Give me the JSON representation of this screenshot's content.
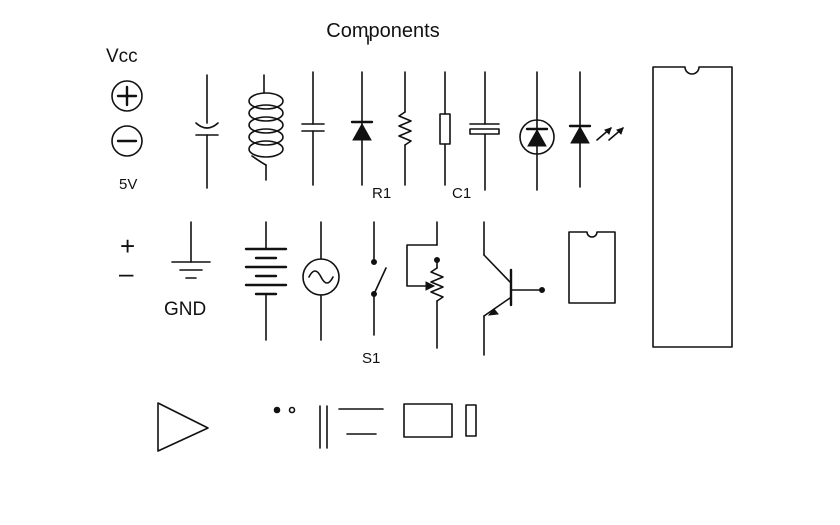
{
  "title": "Components",
  "labels": {
    "vcc": "Vcc",
    "five_v": "5V",
    "gnd": "GND",
    "r1": "R1",
    "c1": "C1",
    "s1": "S1",
    "plus": "+",
    "minus": "–"
  },
  "components": [
    {
      "name": "vcc-plus",
      "kind": "power-plus"
    },
    {
      "name": "vcc-minus",
      "kind": "power-minus"
    },
    {
      "name": "variable-capacitor",
      "kind": "capacitor-variable"
    },
    {
      "name": "inductor",
      "kind": "coil"
    },
    {
      "name": "capacitor",
      "kind": "capacitor"
    },
    {
      "name": "diode",
      "kind": "diode"
    },
    {
      "name": "resistor-r1",
      "kind": "resistor-zigzag"
    },
    {
      "name": "resistor-box",
      "kind": "resistor-box"
    },
    {
      "name": "capacitor-c1",
      "kind": "capacitor-polarized"
    },
    {
      "name": "led-circle",
      "kind": "diode-circled"
    },
    {
      "name": "led",
      "kind": "led"
    },
    {
      "name": "ic-dip-large",
      "kind": "ic"
    },
    {
      "name": "ground",
      "kind": "ground"
    },
    {
      "name": "battery",
      "kind": "battery"
    },
    {
      "name": "ac-source",
      "kind": "ac"
    },
    {
      "name": "switch-s1",
      "kind": "switch"
    },
    {
      "name": "potentiometer",
      "kind": "potentiometer"
    },
    {
      "name": "transistor",
      "kind": "transistor"
    },
    {
      "name": "ic-dip-small",
      "kind": "ic"
    },
    {
      "name": "amplifier",
      "kind": "triangle"
    },
    {
      "name": "junction-dots",
      "kind": "dots"
    },
    {
      "name": "wire-lines",
      "kind": "lines"
    },
    {
      "name": "rectangle-block",
      "kind": "rect"
    },
    {
      "name": "narrow-block",
      "kind": "rect"
    }
  ]
}
